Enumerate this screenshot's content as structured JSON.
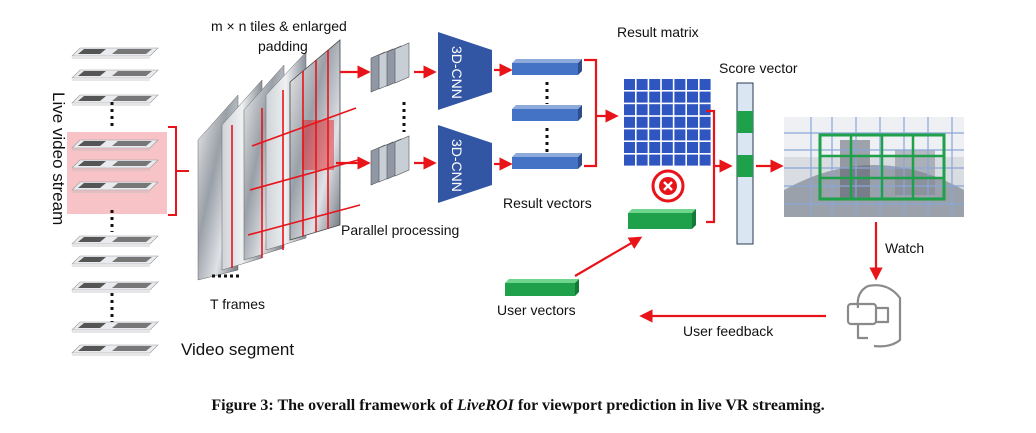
{
  "labels": {
    "live_video_stream": "Live video stream",
    "tiles": "m × n tiles & enlarged padding",
    "tiles_line1": "m × n tiles & enlarged",
    "tiles_line2": "padding",
    "cnn": "3D-CNN",
    "result_matrix": "Result matrix",
    "score_vector": "Score vector",
    "result_vectors": "Result vectors",
    "parallel_processing": "Parallel processing",
    "t_frames": "T frames",
    "video_segment": "Video segment",
    "user_vectors": "User vectors",
    "watch": "Watch",
    "user_feedback": "User feedback"
  },
  "caption": {
    "prefix": "Figure 3: The overall framework of ",
    "emphasis": "LiveROI",
    "suffix": " for viewport prediction in live VR streaming."
  },
  "colors": {
    "arrow_red": "#e8141a",
    "cnn_blue": "#3255a4",
    "vector_blue": "#4472c4",
    "matrix_blue": "#2f55c0",
    "green": "#1fa04a",
    "score_bar": "#dbe6f3",
    "highlight_pink": "#f7c3c6"
  },
  "icons": [
    "vr-headset-icon",
    "close-circle-icon"
  ]
}
